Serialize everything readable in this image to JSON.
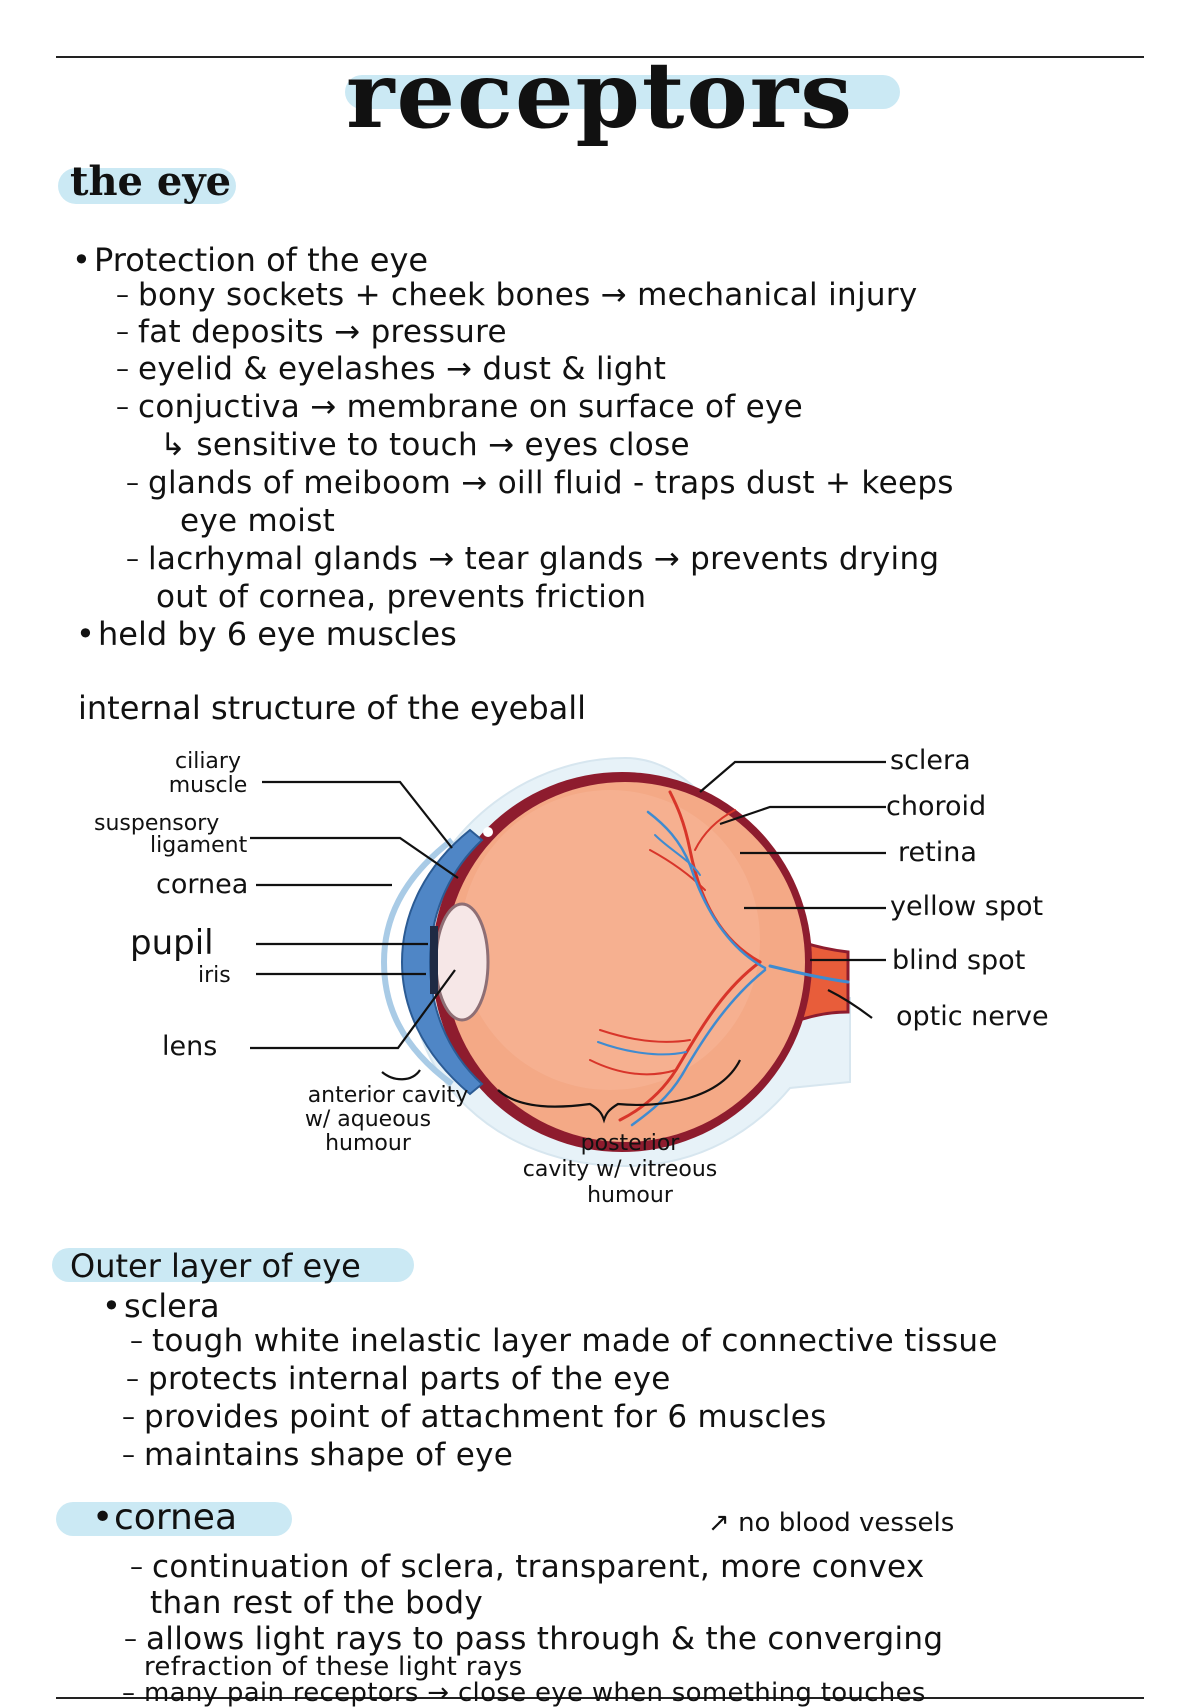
{
  "title": "receptors",
  "section1": {
    "heading": "the eye",
    "protection": {
      "title": "Protection of the eye",
      "items": [
        "bony sockets + cheek bones → mechanical injury",
        "fat deposits → pressure",
        "eyelid & eyelashes → dust & light",
        "conjuctiva → membrane on surface of eye",
        "↳ sensitive to touch → eyes close",
        "glands of meiboom → oill fluid - traps dust + keeps",
        "eye moist",
        "lacrhymal glands → tear glands → prevents drying",
        "out of cornea, prevents friction"
      ]
    },
    "muscles": "held by 6 eye muscles"
  },
  "diagram": {
    "title": "internal structure of the eyeball",
    "labels_left": {
      "ciliary_muscle_1": "ciliary",
      "ciliary_muscle_2": "muscle",
      "suspensory_ligament_1": "suspensory",
      "suspensory_ligament_2": "ligament",
      "cornea": "cornea",
      "pupil": "pupil",
      "iris": "iris",
      "lens": "lens"
    },
    "labels_right": {
      "sclera": "sclera",
      "choroid": "choroid",
      "retina": "retina",
      "yellow_spot": "yellow spot",
      "blind_spot": "blind spot",
      "optic_nerve": "optic nerve"
    },
    "labels_bottom": {
      "anterior_1": "anterior cavity",
      "anterior_2": "w/ aqueous",
      "anterior_3": "humour",
      "posterior_1": "posterior",
      "posterior_2": "cavity w/ vitreous",
      "posterior_3": "humour"
    },
    "colors": {
      "sclera_outline": "#8e1c2e",
      "eyeball_fill": "#f4a986",
      "iris": "#4f86c6",
      "lens": "#f6e7e7",
      "vessel_red": "#d8352a",
      "vessel_blue": "#3f8bd0",
      "outer_shadow": "#e7f2f8"
    }
  },
  "section2": {
    "heading": "Outer layer of eye",
    "sclera": {
      "title": "sclera",
      "items": [
        "tough white inelastic layer made of connective tissue",
        "protects internal parts of the eye",
        "provides point of attachment for 6 muscles",
        "maintains shape of eye"
      ]
    },
    "cornea": {
      "title": "cornea",
      "note": "no blood vessels",
      "items": [
        "continuation of sclera, transparent, more convex",
        "than rest of the body",
        "allows light rays to pass through & the converging",
        "refraction of these light rays",
        "many pain receptors → close eye when something touches"
      ]
    }
  },
  "highlight_color": "#cbe9f4"
}
